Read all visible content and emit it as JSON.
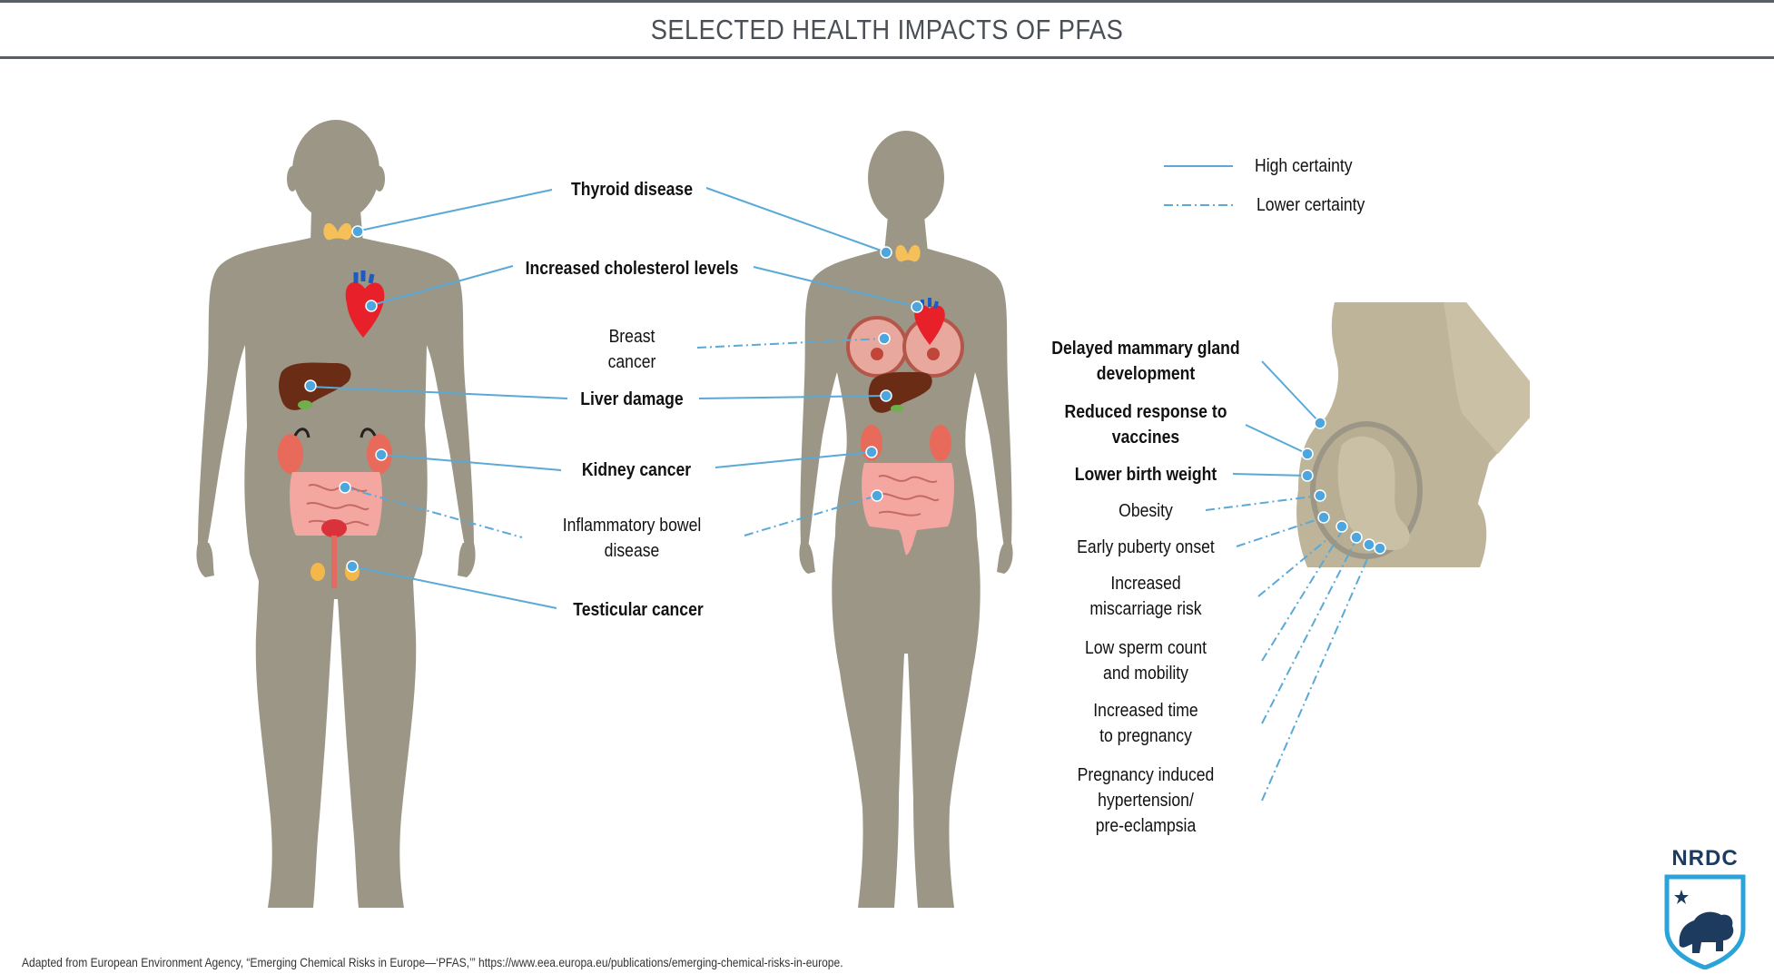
{
  "title": "SELECTED HEALTH IMPACTS OF PFAS",
  "legend": {
    "high": "High certainty",
    "low": "Lower certainty"
  },
  "colors": {
    "silhouette": "#9c9686",
    "fetus_body": "#bdb49a",
    "line": "#5aa9d6",
    "dot": "#4ea6de",
    "title_rule": "#5a5f66",
    "logo": "#1d3a5f",
    "logo_accent": "#2aa3d8"
  },
  "labels": {
    "thyroid": "Thyroid disease",
    "cholesterol": "Increased cholesterol levels",
    "breast1": "Breast",
    "breast2": "cancer",
    "liver": "Liver damage",
    "kidney": "Kidney cancer",
    "ibd1": "Inflammatory bowel",
    "ibd2": "disease",
    "testicular": "Testicular cancer"
  },
  "pregnancy_labels": {
    "mammary1": "Delayed mammary gland",
    "mammary2": "development",
    "vaccine1": "Reduced response to",
    "vaccine2": "vaccines",
    "birthweight": "Lower birth weight",
    "obesity": "Obesity",
    "puberty": "Early puberty onset",
    "miscarriage1": "Increased",
    "miscarriage2": "miscarriage risk",
    "sperm1": "Low sperm count",
    "sperm2": "and mobility",
    "time1": "Increased time",
    "time2": "to pregnancy",
    "hyper1": "Pregnancy induced",
    "hyper2": "hypertension/",
    "hyper3": "pre-eclampsia"
  },
  "source": "Adapted from European Environment Agency, “Emerging Chemical Risks in Europe—‘PFAS,’” https://www.eea.europa.eu/publications/emerging-chemical-risks-in-europe.",
  "logo": {
    "text": "NRDC"
  }
}
